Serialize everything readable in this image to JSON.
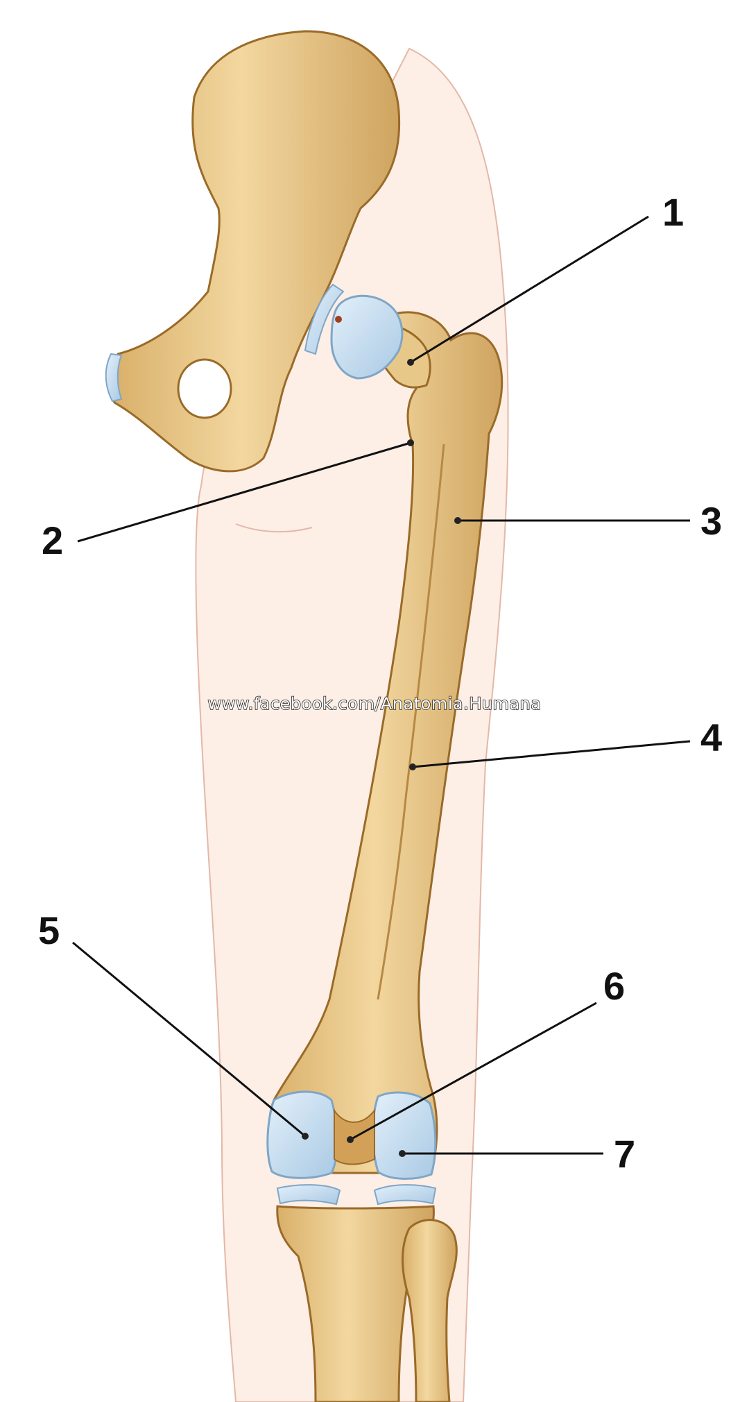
{
  "diagram": {
    "callouts": [
      {
        "id": "1",
        "label": "1"
      },
      {
        "id": "2",
        "label": "2"
      },
      {
        "id": "3",
        "label": "3"
      },
      {
        "id": "4",
        "label": "4"
      },
      {
        "id": "5",
        "label": "5"
      },
      {
        "id": "6",
        "label": "6"
      },
      {
        "id": "7",
        "label": "7"
      }
    ],
    "watermark": "www.facebook.com/Anatomia.Humana"
  },
  "colors": {
    "bone": "#e8c888",
    "bone_outline": "#9a6a28",
    "cartilage": "#bcd8ee",
    "skin": "#fdeee6",
    "skin_outline": "#e3b8a8",
    "label_line": "#111111"
  }
}
